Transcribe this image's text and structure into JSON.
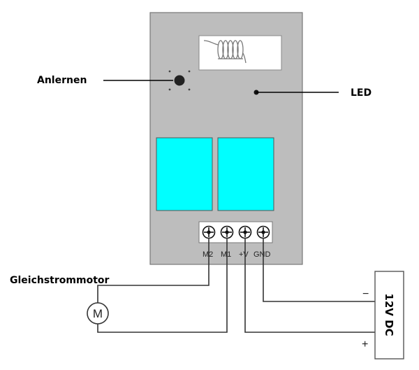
{
  "callouts": {
    "learn_button": "Anlernen",
    "led": "LED",
    "motor": "Gleichstrommotor"
  },
  "terminals": [
    "M2",
    "M1",
    "+V",
    "GND"
  ],
  "motor_symbol": "M",
  "power_supply": {
    "label": "12V DC",
    "minus": "−",
    "plus": "+"
  },
  "colors": {
    "board": "#bdbdbd",
    "relay": "#00ffff",
    "wire": "#333333",
    "antenna_window": "#ffffff"
  },
  "icons": [
    "coil-antenna-icon",
    "push-button-icon",
    "led-dot-icon",
    "screw-terminal-icon",
    "motor-icon"
  ]
}
